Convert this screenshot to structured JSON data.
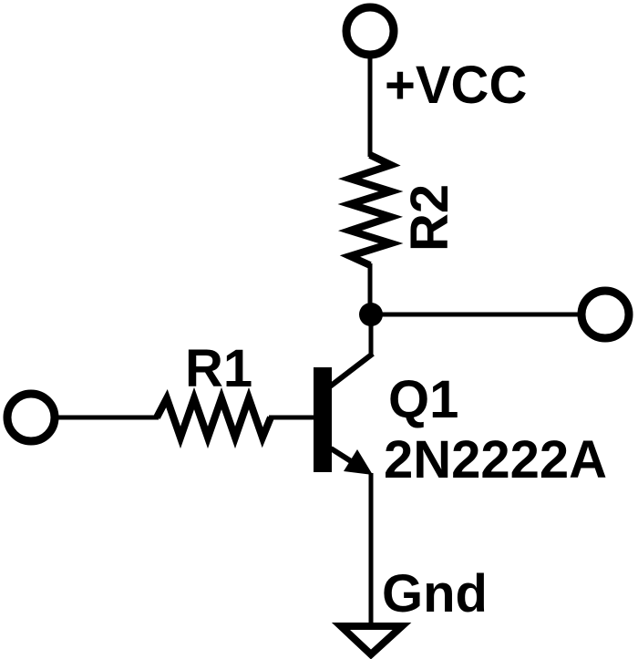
{
  "page": {
    "background_color": "#ffffff",
    "ink_color": "#000000"
  },
  "schematic": {
    "kind": "transistor-amplifier-circuit",
    "labels": {
      "vcc": "+VCC",
      "r2": "R2",
      "r1": "R1",
      "transistor_ref": "Q1",
      "transistor_part": "2N2222A",
      "ground": "Gnd"
    },
    "components": [
      {
        "id": "vcc-terminal",
        "kind": "terminal",
        "label": "+VCC",
        "position": "top"
      },
      {
        "id": "r2",
        "kind": "resistor",
        "label": "R2",
        "orientation": "vertical"
      },
      {
        "id": "output-terminal",
        "kind": "terminal",
        "position": "right"
      },
      {
        "id": "input-terminal",
        "kind": "terminal",
        "position": "left"
      },
      {
        "id": "r1",
        "kind": "resistor",
        "label": "R1",
        "orientation": "horizontal"
      },
      {
        "id": "q1",
        "kind": "npn-transistor",
        "label": "Q1 2N2222A"
      },
      {
        "id": "ground",
        "kind": "ground-symbol",
        "label": "Gnd",
        "position": "bottom"
      }
    ]
  }
}
